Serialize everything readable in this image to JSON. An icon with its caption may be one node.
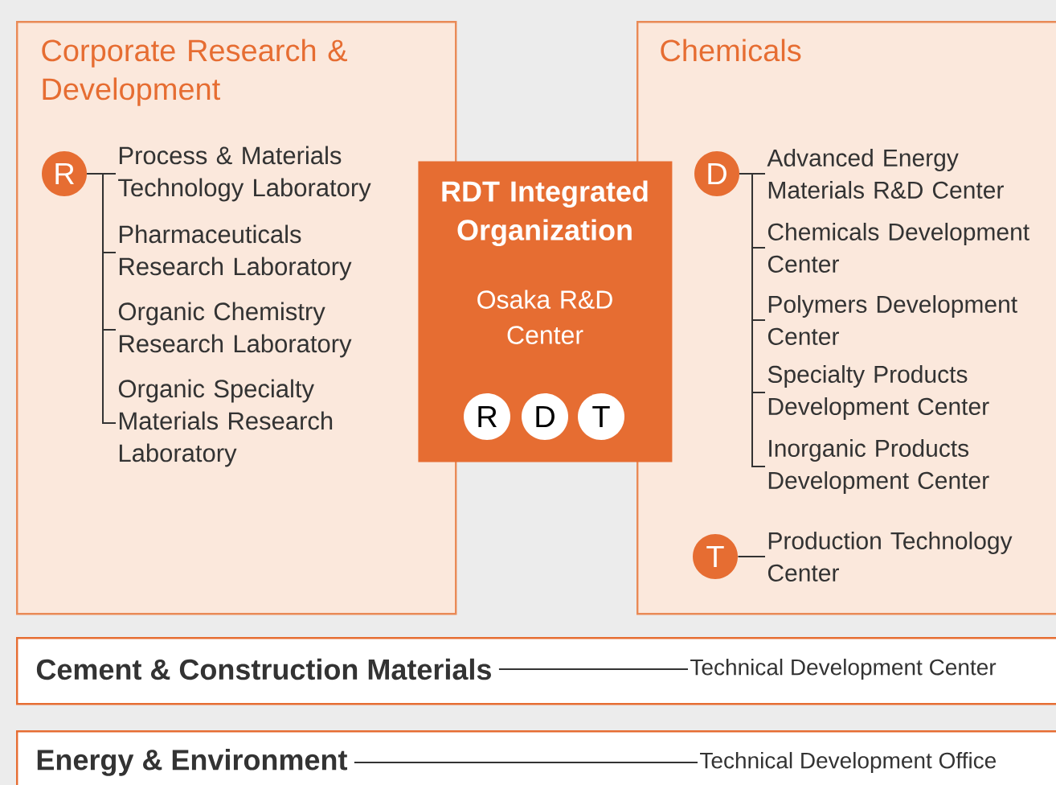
{
  "diagram": {
    "nodes": [
      {
        "text": [
          "Corporate Research & Development"
        ]
      },
      {
        "text": [
          "R"
        ],
        "in": 0
      },
      {
        "text": [
          "Process & Materials Technology Laboratory"
        ],
        "in": 0
      },
      {
        "text": [
          "Pharmaceuticals Research Laboratory"
        ],
        "in": 0
      },
      {
        "text": [
          "Organic Chemistry Research Laboratory"
        ],
        "in": 0
      },
      {
        "text": [
          "Organic Specialty Materials Research Laboratory"
        ],
        "in": 0
      },
      {
        "text": [
          "Chemicals"
        ]
      },
      {
        "text": [
          "D"
        ],
        "in": 6
      },
      {
        "text": [
          "Advanced Energy Materials R&D Center"
        ],
        "in": 6
      },
      {
        "text": [
          "Chemicals Development Center"
        ],
        "in": 6
      },
      {
        "text": [
          "Polymers Development Center"
        ],
        "in": 6
      },
      {
        "text": [
          "Specialty Products Development Center"
        ],
        "in": 6
      },
      {
        "text": [
          "Inorganic Products Development Center"
        ],
        "in": 6
      },
      {
        "text": [
          "T"
        ],
        "in": 6
      },
      {
        "text": [
          "Production Technology Center"
        ],
        "in": 6
      },
      {
        "text": [
          "RDT Integrated Organization",
          "Osaka R&D Center"
        ]
      },
      {
        "text": [
          "R"
        ],
        "in": 15
      },
      {
        "text": [
          "D"
        ],
        "in": 15
      },
      {
        "text": [
          "T"
        ],
        "in": 15
      },
      {
        "text": [
          "Cement & Construction Materials"
        ]
      },
      {
        "text": [
          "Technical Development Center"
        ],
        "in": 19
      },
      {
        "text": [
          "Energy & Environment"
        ]
      },
      {
        "text": [
          "Technical Development Office"
        ],
        "in": 21
      }
    ],
    "edges": [
      {
        "from": 1,
        "to": 2,
        "arrow": "none"
      },
      {
        "from": 1,
        "to": 3,
        "arrow": "none"
      },
      {
        "from": 1,
        "to": 4,
        "arrow": "none"
      },
      {
        "from": 1,
        "to": 5,
        "arrow": "none"
      },
      {
        "from": 7,
        "to": 8,
        "arrow": "none"
      },
      {
        "from": 7,
        "to": 9,
        "arrow": "none"
      },
      {
        "from": 7,
        "to": 10,
        "arrow": "none"
      },
      {
        "from": 7,
        "to": 11,
        "arrow": "none"
      },
      {
        "from": 7,
        "to": 12,
        "arrow": "none"
      },
      {
        "from": 13,
        "to": 14,
        "arrow": "none"
      },
      {
        "from": 19,
        "to": 20,
        "arrow": "none"
      },
      {
        "from": 21,
        "to": 22,
        "arrow": "none"
      }
    ]
  }
}
